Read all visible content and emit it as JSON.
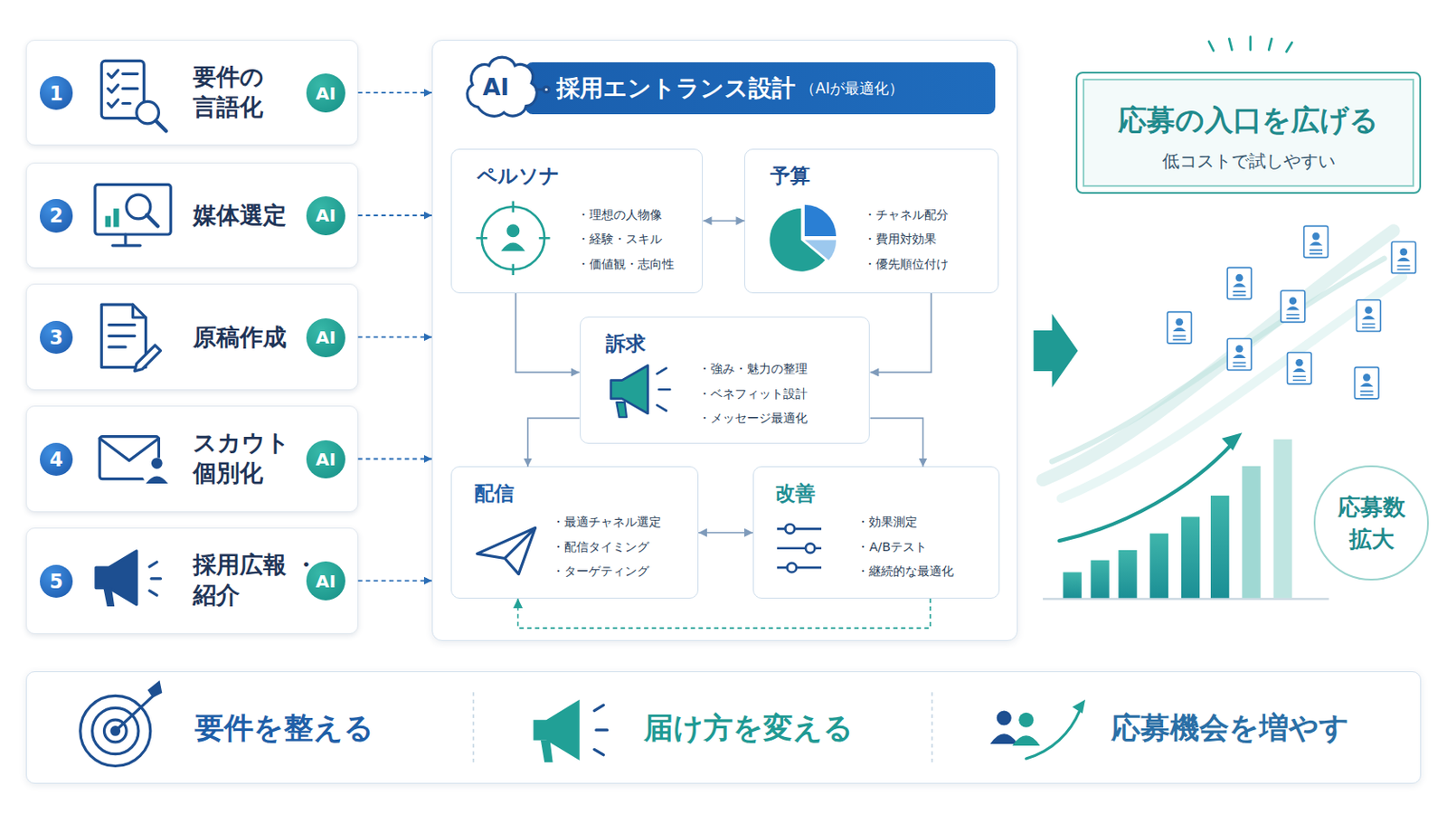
{
  "diagram": {
    "nodes": [
      {
        "text": [
          "要件の 言語化"
        ]
      },
      {
        "text": [
          "1"
        ],
        "in": 0
      },
      {
        "text": [
          "AI"
        ],
        "in": 0
      },
      {
        "text": [
          "媒体選定"
        ]
      },
      {
        "text": [
          "2"
        ],
        "in": 3
      },
      {
        "text": [
          "AI"
        ],
        "in": 3
      },
      {
        "text": [
          "原稿作成"
        ]
      },
      {
        "text": [
          "3"
        ],
        "in": 6
      },
      {
        "text": [
          "AI"
        ],
        "in": 6
      },
      {
        "text": [
          "スカウト 個別化"
        ]
      },
      {
        "text": [
          "4"
        ],
        "in": 9
      },
      {
        "text": [
          "AI"
        ],
        "in": 9
      },
      {
        "text": [
          "採用広報 ・紹介"
        ]
      },
      {
        "text": [
          "5"
        ],
        "in": 12
      },
      {
        "text": [
          "AI"
        ],
        "in": 12
      },
      {
        "text": [
          "採用エントランス設計",
          "（AIが最適化）"
        ]
      },
      {
        "text": [
          "ペルソナ",
          "・理想の人物像",
          "・経験・スキル",
          "・価値観・志向性"
        ],
        "in": 15
      },
      {
        "text": [
          "予算",
          "・チャネル配分",
          "・費用対効果",
          "・優先順位付け"
        ],
        "in": 15
      },
      {
        "text": [
          "訴求",
          "・強み・魅力の整理",
          "・ベネフィット設計",
          "・メッセージ最適化"
        ],
        "in": 15
      },
      {
        "text": [
          "配信",
          "・最適チャネル選定",
          "・配信タイミング",
          "・ターゲティング"
        ],
        "in": 15
      },
      {
        "text": [
          "改善",
          "・効果測定",
          "・A/Bテスト",
          "・継続的な最適化"
        ],
        "in": 15
      },
      {
        "text": [
          "応募の入口を広げる",
          "低コストで試しやすい"
        ]
      },
      {
        "text": [
          "応募数 拡大"
        ]
      },
      {
        "text": [
          "要件を整える",
          "届け方を変える",
          "応募機会を増やす"
        ]
      }
    ],
    "edges": [
      {
        "from": 0,
        "to": 15,
        "arrow": "to"
      },
      {
        "from": 3,
        "to": 15,
        "arrow": "to"
      },
      {
        "from": 6,
        "to": 15,
        "arrow": "to"
      },
      {
        "from": 9,
        "to": 15,
        "arrow": "to"
      },
      {
        "from": 12,
        "to": 15,
        "arrow": "to"
      },
      {
        "from": 16,
        "to": 17,
        "arrow": "both"
      },
      {
        "from": 16,
        "to": 18,
        "arrow": "to"
      },
      {
        "from": 17,
        "to": 18,
        "arrow": "to"
      },
      {
        "from": 18,
        "to": 19,
        "arrow": "to"
      },
      {
        "from": 18,
        "to": 20,
        "arrow": "to"
      },
      {
        "from": 19,
        "to": 20,
        "arrow": "both"
      },
      {
        "from": 20,
        "to": 19,
        "arrow": "to"
      }
    ],
    "labels": [
      "AI"
    ]
  }
}
